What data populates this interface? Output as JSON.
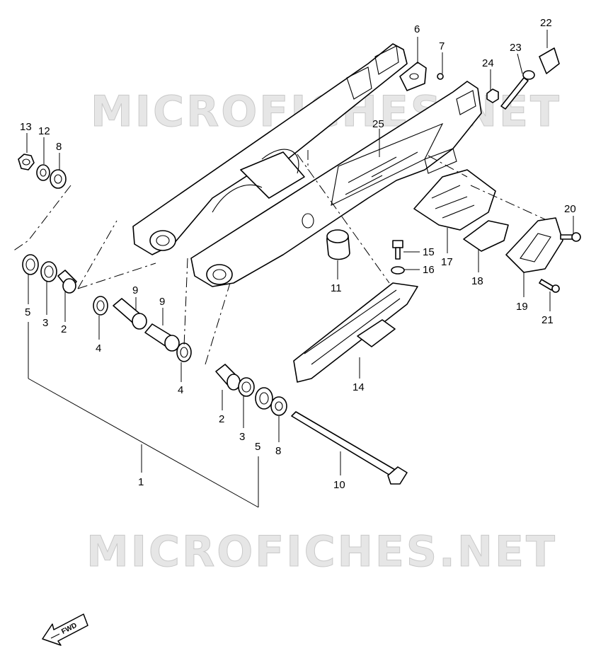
{
  "watermarks": [
    "MICROFICHES.NET",
    "MICROFICHES.NET"
  ],
  "fwd_label": "FWD",
  "callouts": [
    {
      "id": "c1",
      "text": "1"
    },
    {
      "id": "c2a",
      "text": "2"
    },
    {
      "id": "c2b",
      "text": "2"
    },
    {
      "id": "c3a",
      "text": "3"
    },
    {
      "id": "c3b",
      "text": "3"
    },
    {
      "id": "c4a",
      "text": "4"
    },
    {
      "id": "c4b",
      "text": "4"
    },
    {
      "id": "c5a",
      "text": "5"
    },
    {
      "id": "c5b",
      "text": "5"
    },
    {
      "id": "c6",
      "text": "6"
    },
    {
      "id": "c7",
      "text": "7"
    },
    {
      "id": "c8a",
      "text": "8"
    },
    {
      "id": "c8b",
      "text": "8"
    },
    {
      "id": "c9a",
      "text": "9"
    },
    {
      "id": "c9b",
      "text": "9"
    },
    {
      "id": "c10",
      "text": "10"
    },
    {
      "id": "c11",
      "text": "11"
    },
    {
      "id": "c12",
      "text": "12"
    },
    {
      "id": "c13",
      "text": "13"
    },
    {
      "id": "c14",
      "text": "14"
    },
    {
      "id": "c15",
      "text": "15"
    },
    {
      "id": "c16",
      "text": "16"
    },
    {
      "id": "c17",
      "text": "17"
    },
    {
      "id": "c18",
      "text": "18"
    },
    {
      "id": "c19",
      "text": "19"
    },
    {
      "id": "c20",
      "text": "20"
    },
    {
      "id": "c21",
      "text": "21"
    },
    {
      "id": "c22",
      "text": "22"
    },
    {
      "id": "c23",
      "text": "23"
    },
    {
      "id": "c24",
      "text": "24"
    },
    {
      "id": "c25",
      "text": "25"
    }
  ]
}
